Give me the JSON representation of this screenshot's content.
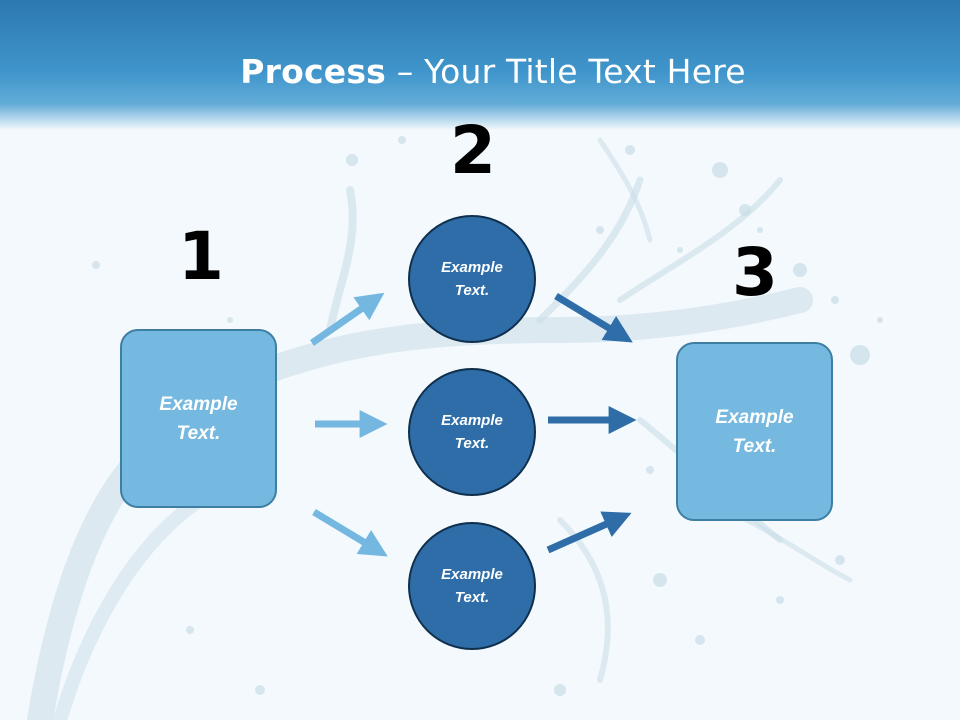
{
  "title": {
    "bold": "Process",
    "rest": " – Your Title Text Here"
  },
  "steps": [
    {
      "number": "1",
      "text": "Example Text."
    },
    {
      "number": "2",
      "items": [
        "Example Text.",
        "Example Text.",
        "Example Text."
      ]
    },
    {
      "number": "3",
      "text": "Example Text."
    }
  ],
  "colors": {
    "header": "#3f95cb",
    "box_fill": "#76b9e0",
    "circle_fill": "#2f6da8",
    "arrow_light": "#74b8e1",
    "arrow_dark": "#2f6da8"
  }
}
